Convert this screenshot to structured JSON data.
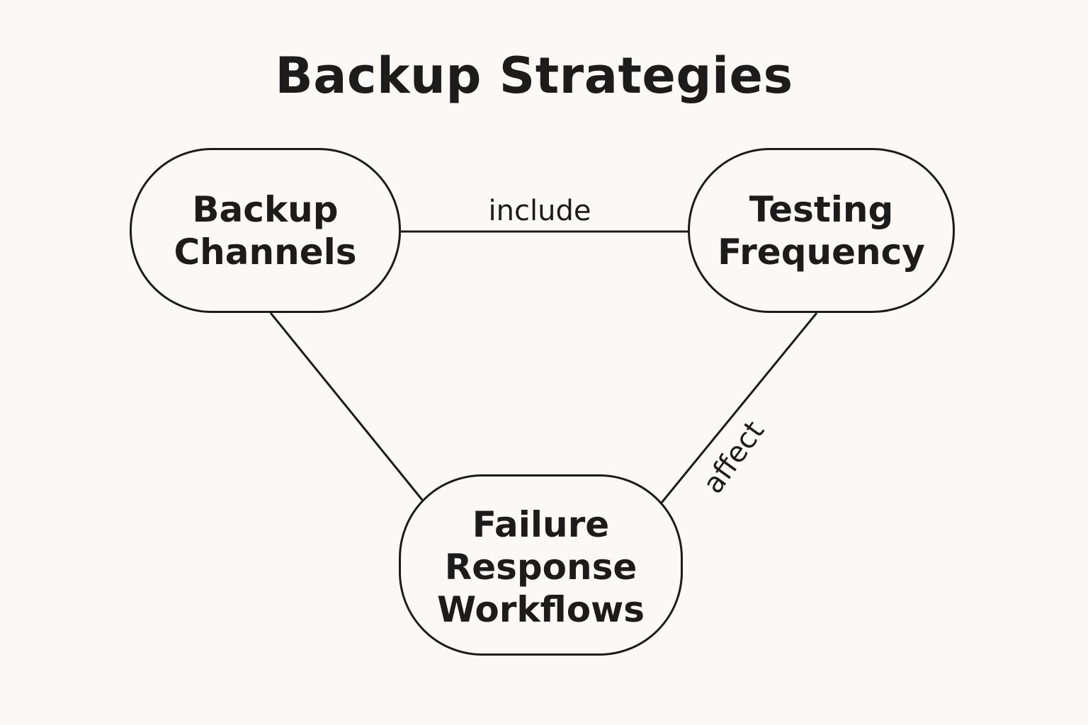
{
  "diagram": {
    "title": "Backup Strategies",
    "nodes": {
      "backup_channels": "Backup\nChannels",
      "testing_frequency": "Testing\nFrequency",
      "failure_response": "Failure\nResponse\nWorkflows"
    },
    "edges": {
      "channels_to_testing": "include",
      "testing_to_failure": "affect",
      "channels_to_failure": ""
    }
  }
}
